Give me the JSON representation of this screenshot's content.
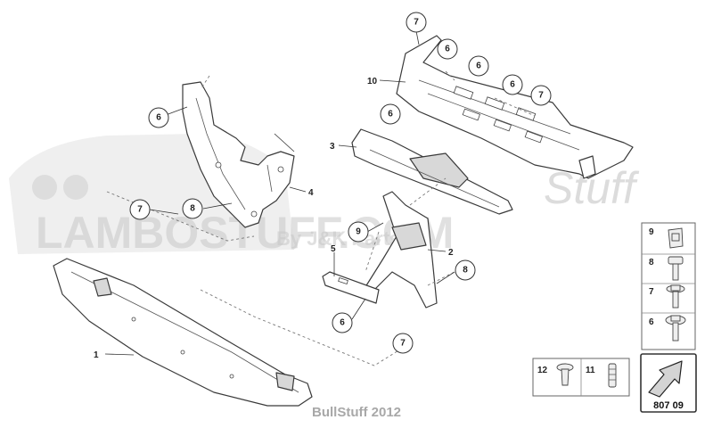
{
  "watermark": {
    "brand_stuff": "Stuff",
    "brand_big": "LAMBOSTUFF.COM",
    "byline": "By J&K Parts"
  },
  "callouts": [
    "7",
    "6",
    "6",
    "6",
    "7",
    "10",
    "6",
    "6",
    "3",
    "4",
    "8",
    "7",
    "9",
    "5",
    "2",
    "8",
    "6",
    "7",
    "1"
  ],
  "legend_panel": {
    "fasteners": [
      {
        "number": "9",
        "icon": "clip-nut-icon"
      },
      {
        "number": "8",
        "icon": "bolt-icon"
      },
      {
        "number": "7",
        "icon": "flange-bolt-icon"
      },
      {
        "number": "6",
        "icon": "washer-bolt-icon"
      }
    ],
    "bottom_items": [
      {
        "number": "12",
        "icon": "rivet-icon"
      },
      {
        "number": "11",
        "icon": "sleeve-icon"
      }
    ]
  },
  "diagram_ref": "807 09",
  "footer": "BullStuff 2012"
}
